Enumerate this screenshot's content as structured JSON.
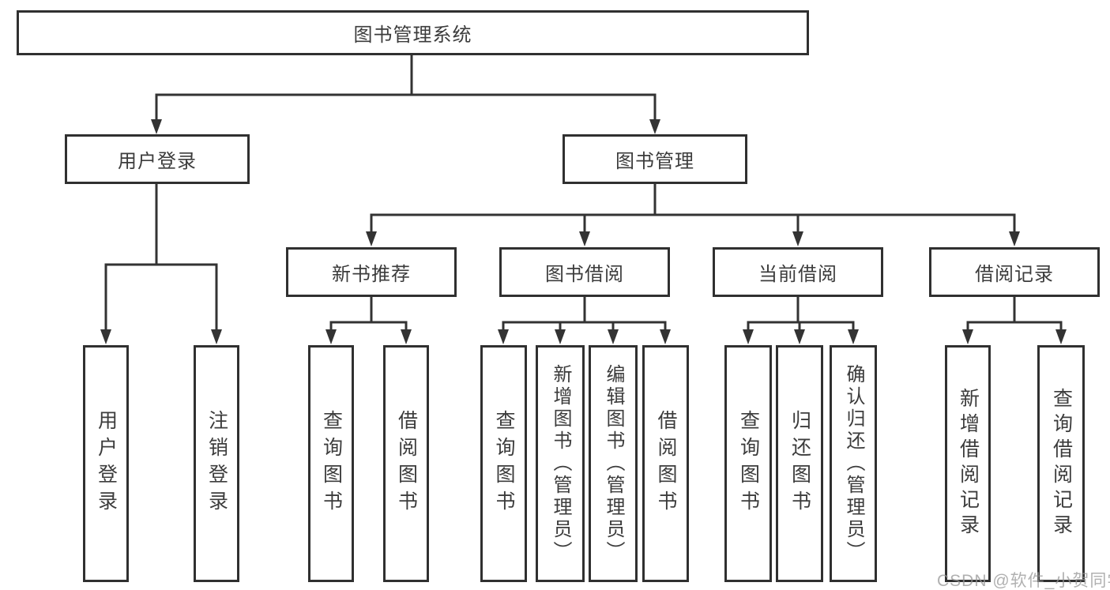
{
  "colors": {
    "line": "#333333",
    "box_border": "#303030",
    "text": "#3c3c3c",
    "watermark_text": "#969696",
    "background": "#ffffff"
  },
  "watermark": "CSDN @软件_小贺同学",
  "tree": {
    "root": {
      "label": "图书管理系统"
    },
    "branches": [
      {
        "label": "用户登录",
        "children": [
          {
            "label": "用户登录"
          },
          {
            "label": "注销登录"
          }
        ]
      },
      {
        "label": "图书管理",
        "children": [
          {
            "label": "新书推荐",
            "children": [
              {
                "label": "查询图书"
              },
              {
                "label": "借阅图书"
              }
            ]
          },
          {
            "label": "图书借阅",
            "children": [
              {
                "label": "查询图书"
              },
              {
                "label": "新增图书（管理员）"
              },
              {
                "label": "编辑图书（管理员）"
              },
              {
                "label": "借阅图书"
              }
            ]
          },
          {
            "label": "当前借阅",
            "children": [
              {
                "label": "查询图书"
              },
              {
                "label": "归还图书"
              },
              {
                "label": "确认归还（管理员）"
              }
            ]
          },
          {
            "label": "借阅记录",
            "children": [
              {
                "label": "新增借阅记录"
              },
              {
                "label": "查询借阅记录"
              }
            ]
          }
        ]
      }
    ]
  }
}
